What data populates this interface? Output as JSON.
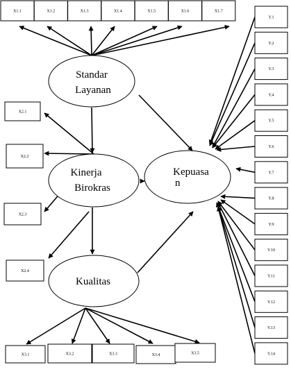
{
  "constructs": {
    "standar": [
      "Standar",
      "Layanan"
    ],
    "kinerja": [
      "Kinerja",
      "Birokras"
    ],
    "kualitas": [
      "Kualitas"
    ],
    "kepuasan": [
      "Kepuasa",
      "n"
    ]
  },
  "indicators": {
    "x1": [
      "X1.1",
      "X1.2",
      "X1.3",
      "X1.4",
      "X1.5",
      "X1.6",
      "X1.7"
    ],
    "x2": [
      "X2.1",
      "X2.2",
      "X2.3",
      "X2.4"
    ],
    "x3": [
      "X3.1",
      "X3.2",
      "X3.3",
      "X3.4",
      "X3.5"
    ],
    "y": [
      "Y.1",
      "Y.2",
      "Y.3",
      "Y.4",
      "Y.5",
      "Y.6",
      "Y.7",
      "Y.8",
      "Y.9",
      "Y.10",
      "Y.11",
      "Y.12",
      "Y.13",
      "Y.14"
    ]
  }
}
